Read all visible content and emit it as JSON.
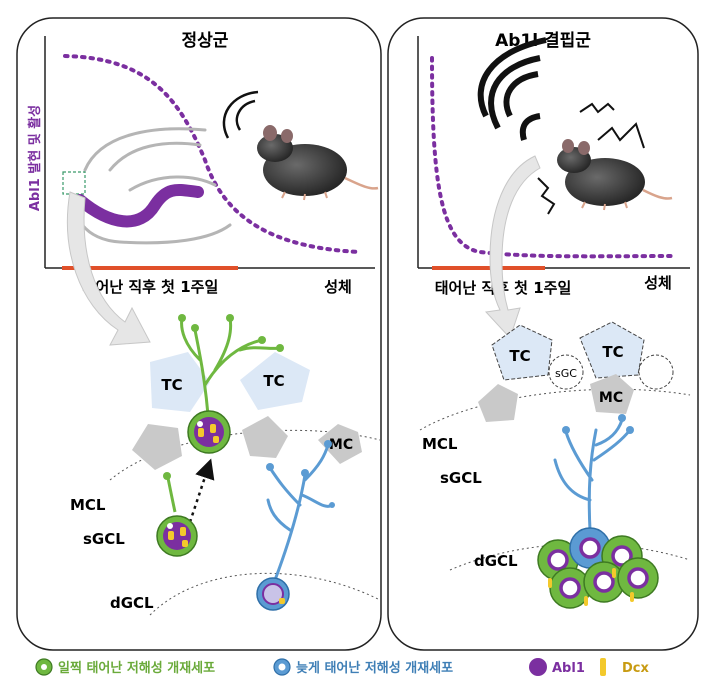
{
  "left_panel": {
    "title": "정상군",
    "y_axis_label": "Abl1 발현 및 활성",
    "x_label_early": "태어난 직후 첫 1주일",
    "x_label_adult": "성체",
    "layers": {
      "mcl": "MCL",
      "sgcl": "sGCL",
      "dgcl": "dGCL"
    },
    "cells": {
      "tc": "TC",
      "mc": "MC"
    }
  },
  "right_panel": {
    "title": "Ab1l 결핍군",
    "x_label_early": "태어난 직후 첫 1주일",
    "x_label_adult": "성체",
    "layers": {
      "mcl": "MCL",
      "sgcl": "sGCL",
      "dgcl": "dGCL"
    },
    "cells": {
      "tc": "TC",
      "mc": "MC",
      "sgc": "sGC"
    }
  },
  "legend": {
    "early_cell": "일찍 태어난 저해성 개재세포",
    "late_cell": "늦게 태어난 저해성 개재세포",
    "abl1": "Abl1",
    "dcx": "Dcx"
  },
  "colors": {
    "abl1": "#7b2fa0",
    "dcx": "#f3c92c",
    "early_green": "#6fb840",
    "late_blue": "#5b9bd3",
    "timeline": "#e0502a",
    "legend_green_text": "#6aaa3a",
    "legend_blue_text": "#3f7fb6",
    "legend_purple_text": "#7b2fa0",
    "legend_gold_text": "#c89b12"
  }
}
